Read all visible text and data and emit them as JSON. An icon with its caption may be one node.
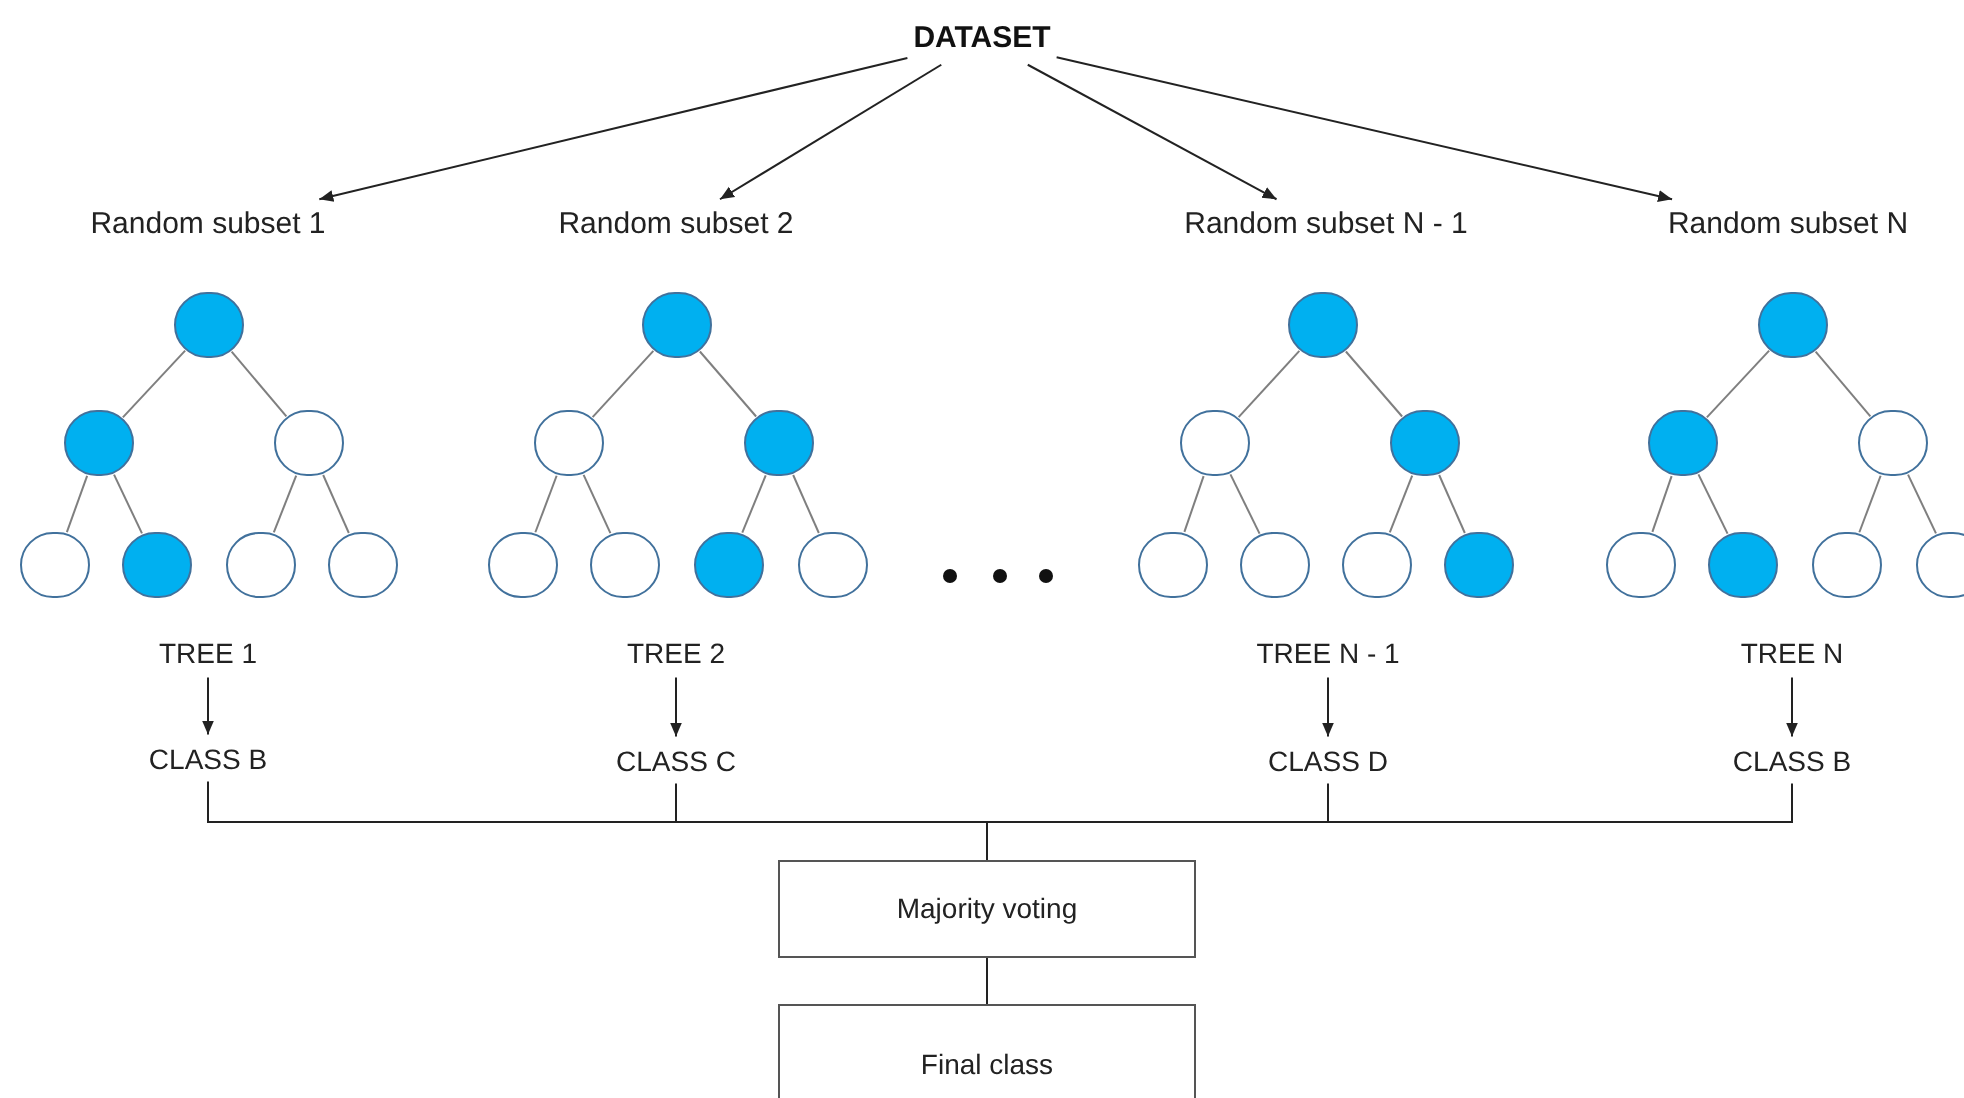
{
  "diagram": {
    "nodes": [
      {
        "text": [
          "DATASET"
        ]
      },
      {
        "text": [
          "Random subset 1"
        ]
      },
      {
        "text": [
          "Random subset 2"
        ]
      },
      {
        "text": [
          "Random subset N - 1"
        ]
      },
      {
        "text": [
          "Random subset N"
        ]
      },
      {
        "text": [],
        "shape": "circle"
      },
      {
        "text": [],
        "shape": "circle"
      },
      {
        "text": [],
        "shape": "circle"
      },
      {
        "text": [],
        "shape": "circle"
      },
      {
        "text": [],
        "shape": "circle"
      },
      {
        "text": [],
        "shape": "circle"
      },
      {
        "text": [],
        "shape": "circle"
      },
      {
        "text": [],
        "shape": "circle"
      },
      {
        "text": [],
        "shape": "circle"
      },
      {
        "text": [],
        "shape": "circle"
      },
      {
        "text": [],
        "shape": "circle"
      },
      {
        "text": [],
        "shape": "circle"
      },
      {
        "text": [],
        "shape": "circle"
      },
      {
        "text": [],
        "shape": "circle"
      },
      {
        "text": [],
        "shape": "circle"
      },
      {
        "text": [],
        "shape": "circle"
      },
      {
        "text": [],
        "shape": "circle"
      },
      {
        "text": [],
        "shape": "circle"
      },
      {
        "text": [],
        "shape": "circle"
      },
      {
        "text": [],
        "shape": "circle"
      },
      {
        "text": [],
        "shape": "circle"
      },
      {
        "text": [],
        "shape": "circle"
      },
      {
        "text": [],
        "shape": "circle"
      },
      {
        "text": [],
        "shape": "circle"
      },
      {
        "text": [],
        "shape": "circle"
      },
      {
        "text": [],
        "shape": "circle"
      },
      {
        "text": [],
        "shape": "circle"
      },
      {
        "text": [],
        "shape": "circle"
      },
      {
        "text": [
          "TREE 1"
        ]
      },
      {
        "text": [
          "TREE 2"
        ]
      },
      {
        "text": [
          "TREE N - 1"
        ]
      },
      {
        "text": [
          "TREE N"
        ]
      },
      {
        "text": [
          "CLASS B"
        ]
      },
      {
        "text": [
          "CLASS C"
        ]
      },
      {
        "text": [
          "CLASS D"
        ]
      },
      {
        "text": [
          "CLASS B"
        ]
      },
      {
        "text": [
          "Majority voting"
        ]
      },
      {
        "text": [
          "Final class"
        ]
      }
    ],
    "edges": [
      {
        "from": 0,
        "to": 1,
        "arrow": "to",
        "color": "#222222"
      },
      {
        "from": 0,
        "to": 2,
        "arrow": "to",
        "color": "#222222"
      },
      {
        "from": 0,
        "to": 3,
        "arrow": "to",
        "color": "#222222"
      },
      {
        "from": 0,
        "to": 4,
        "arrow": "to",
        "color": "#222222"
      },
      {
        "from": 5,
        "to": 6,
        "arrow": "none"
      },
      {
        "from": 5,
        "to": 7,
        "arrow": "none"
      },
      {
        "from": 6,
        "to": 8,
        "arrow": "none"
      },
      {
        "from": 6,
        "to": 9,
        "arrow": "none"
      },
      {
        "from": 7,
        "to": 10,
        "arrow": "none"
      },
      {
        "from": 7,
        "to": 11,
        "arrow": "none"
      },
      {
        "from": 12,
        "to": 13,
        "arrow": "none"
      },
      {
        "from": 12,
        "to": 14,
        "arrow": "none"
      },
      {
        "from": 13,
        "to": 15,
        "arrow": "none"
      },
      {
        "from": 13,
        "to": 16,
        "arrow": "none"
      },
      {
        "from": 14,
        "to": 17,
        "arrow": "none"
      },
      {
        "from": 14,
        "to": 18,
        "arrow": "none"
      },
      {
        "from": 19,
        "to": 20,
        "arrow": "none"
      },
      {
        "from": 19,
        "to": 21,
        "arrow": "none"
      },
      {
        "from": 20,
        "to": 22,
        "arrow": "none"
      },
      {
        "from": 20,
        "to": 23,
        "arrow": "none"
      },
      {
        "from": 21,
        "to": 24,
        "arrow": "none"
      },
      {
        "from": 21,
        "to": 25,
        "arrow": "none"
      },
      {
        "from": 26,
        "to": 27,
        "arrow": "none"
      },
      {
        "from": 26,
        "to": 28,
        "arrow": "none"
      },
      {
        "from": 27,
        "to": 29,
        "arrow": "none"
      },
      {
        "from": 27,
        "to": 30,
        "arrow": "none"
      },
      {
        "from": 28,
        "to": 31,
        "arrow": "none"
      },
      {
        "from": 28,
        "to": 32,
        "arrow": "none"
      },
      {
        "from": 33,
        "to": 37,
        "arrow": "to",
        "color": "#222222"
      },
      {
        "from": 34,
        "to": 38,
        "arrow": "to",
        "color": "#222222"
      },
      {
        "from": 35,
        "to": 39,
        "arrow": "to",
        "color": "#222222"
      },
      {
        "from": 36,
        "to": 40,
        "arrow": "to",
        "color": "#222222"
      },
      {
        "from": 37,
        "to": 41,
        "arrow": "none",
        "color": "#222222"
      },
      {
        "from": 38,
        "to": 41,
        "arrow": "none",
        "color": "#222222"
      },
      {
        "from": 39,
        "to": 41,
        "arrow": "none",
        "color": "#222222"
      },
      {
        "from": 40,
        "to": 41,
        "arrow": "none",
        "color": "#222222"
      },
      {
        "from": 41,
        "to": 42,
        "arrow": "none",
        "color": "#222222"
      }
    ]
  }
}
